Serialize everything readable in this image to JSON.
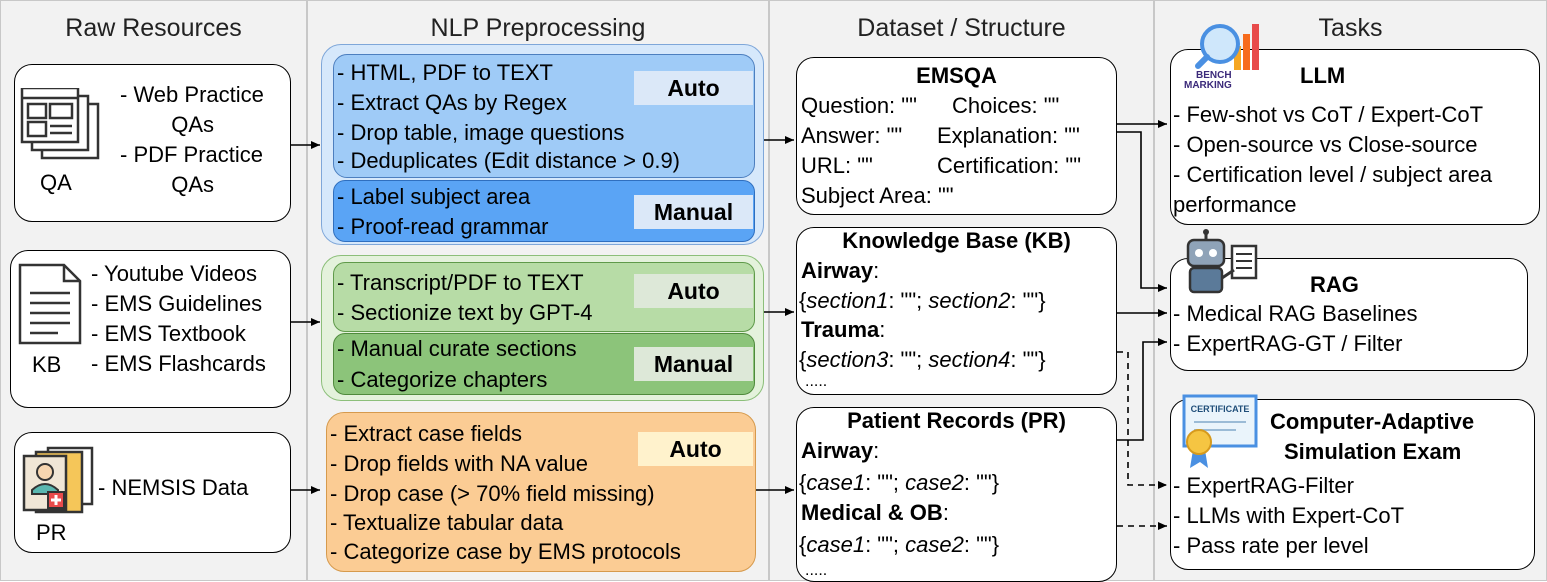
{
  "columns": {
    "raw": "Raw Resources",
    "nlp": "NLP Preprocessing",
    "dataset": "Dataset / Structure",
    "tasks": "Tasks"
  },
  "raw": {
    "qa": {
      "label": "QA",
      "items": [
        "- Web Practice",
        "QAs",
        "- PDF Practice",
        "QAs"
      ]
    },
    "kb": {
      "label": "KB",
      "items": [
        "- Youtube Videos",
        "- EMS Guidelines",
        "- EMS Textbook",
        "- EMS Flashcards"
      ]
    },
    "pr": {
      "label": "PR",
      "items": [
        "- NEMSIS Data"
      ]
    }
  },
  "nlp": {
    "qa_auto": {
      "tag": "Auto",
      "lines": [
        "- HTML, PDF to TEXT",
        "- Extract QAs by Regex",
        "- Drop table, image questions",
        "- Deduplicates (Edit distance > 0.9)"
      ]
    },
    "qa_manual": {
      "tag": "Manual",
      "lines": [
        "- Label subject area",
        "- Proof-read grammar"
      ]
    },
    "kb_auto": {
      "tag": "Auto",
      "lines": [
        "- Transcript/PDF to TEXT",
        "- Sectionize text by GPT-4"
      ]
    },
    "kb_manual": {
      "tag": "Manual",
      "lines": [
        "- Manual curate sections",
        "- Categorize chapters"
      ]
    },
    "pr_auto": {
      "tag": "Auto",
      "lines": [
        "- Extract case fields",
        "- Drop fields with NA value",
        "- Drop case (> 70% field missing)",
        "- Textualize tabular data",
        "- Categorize case by EMS protocols"
      ]
    }
  },
  "dataset": {
    "emsqa": {
      "title": "EMSQA",
      "fields": [
        "Question: \"\"",
        "Choices: \"\"",
        "Answer: \"\"",
        "Explanation: \"\"",
        "URL: \"\"",
        "Certification: \"\"",
        "Subject Area: \"\""
      ]
    },
    "kb": {
      "title": "Knowledge Base (KB)",
      "cat1": "Airway",
      "colon": ":",
      "l1_open": "{",
      "s1": "section1",
      "mid1": ": \"\"; ",
      "s2": "section2",
      "end1": ": \"\"}",
      "cat2": "Trauma",
      "s3": "section3",
      "s4": "section4",
      "more": "....."
    },
    "pr": {
      "title": "Patient Records (PR)",
      "cat1": "Airway",
      "c1": "case1",
      "c2": "case2",
      "cat2": "Medical & OB",
      "more": "....."
    }
  },
  "tasks": {
    "llm": {
      "title": "LLM",
      "icon_text": [
        "BENCH",
        "MARKING"
      ],
      "lines": [
        "- Few-shot vs CoT / Expert-CoT",
        "- Open-source vs Close-source",
        "- Certification level / subject area",
        "performance"
      ]
    },
    "rag": {
      "title": "RAG",
      "lines": [
        "- Medical RAG Baselines",
        "- ExpertRAG-GT / Filter"
      ]
    },
    "exam": {
      "title": [
        "Computer-Adaptive",
        "Simulation Exam"
      ],
      "icon_text": "CERTIFICATE",
      "lines": [
        "- ExpertRAG-Filter",
        "- LLMs with Expert-CoT",
        "- Pass rate per level"
      ]
    }
  },
  "colors": {
    "qa_auto": "#9fcbf7",
    "qa_manual": "#5aa4f5",
    "qa_outer": "#d6e8fb",
    "kb_auto": "#b7dca6",
    "kb_manual": "#8cc47a",
    "kb_outer": "#e4f2dc",
    "pr_auto": "#fbcc94",
    "tag_auto": "#dbe8f8",
    "tag_auto_pr": "#fff2cc",
    "tag_kb": "#dde8d8"
  }
}
